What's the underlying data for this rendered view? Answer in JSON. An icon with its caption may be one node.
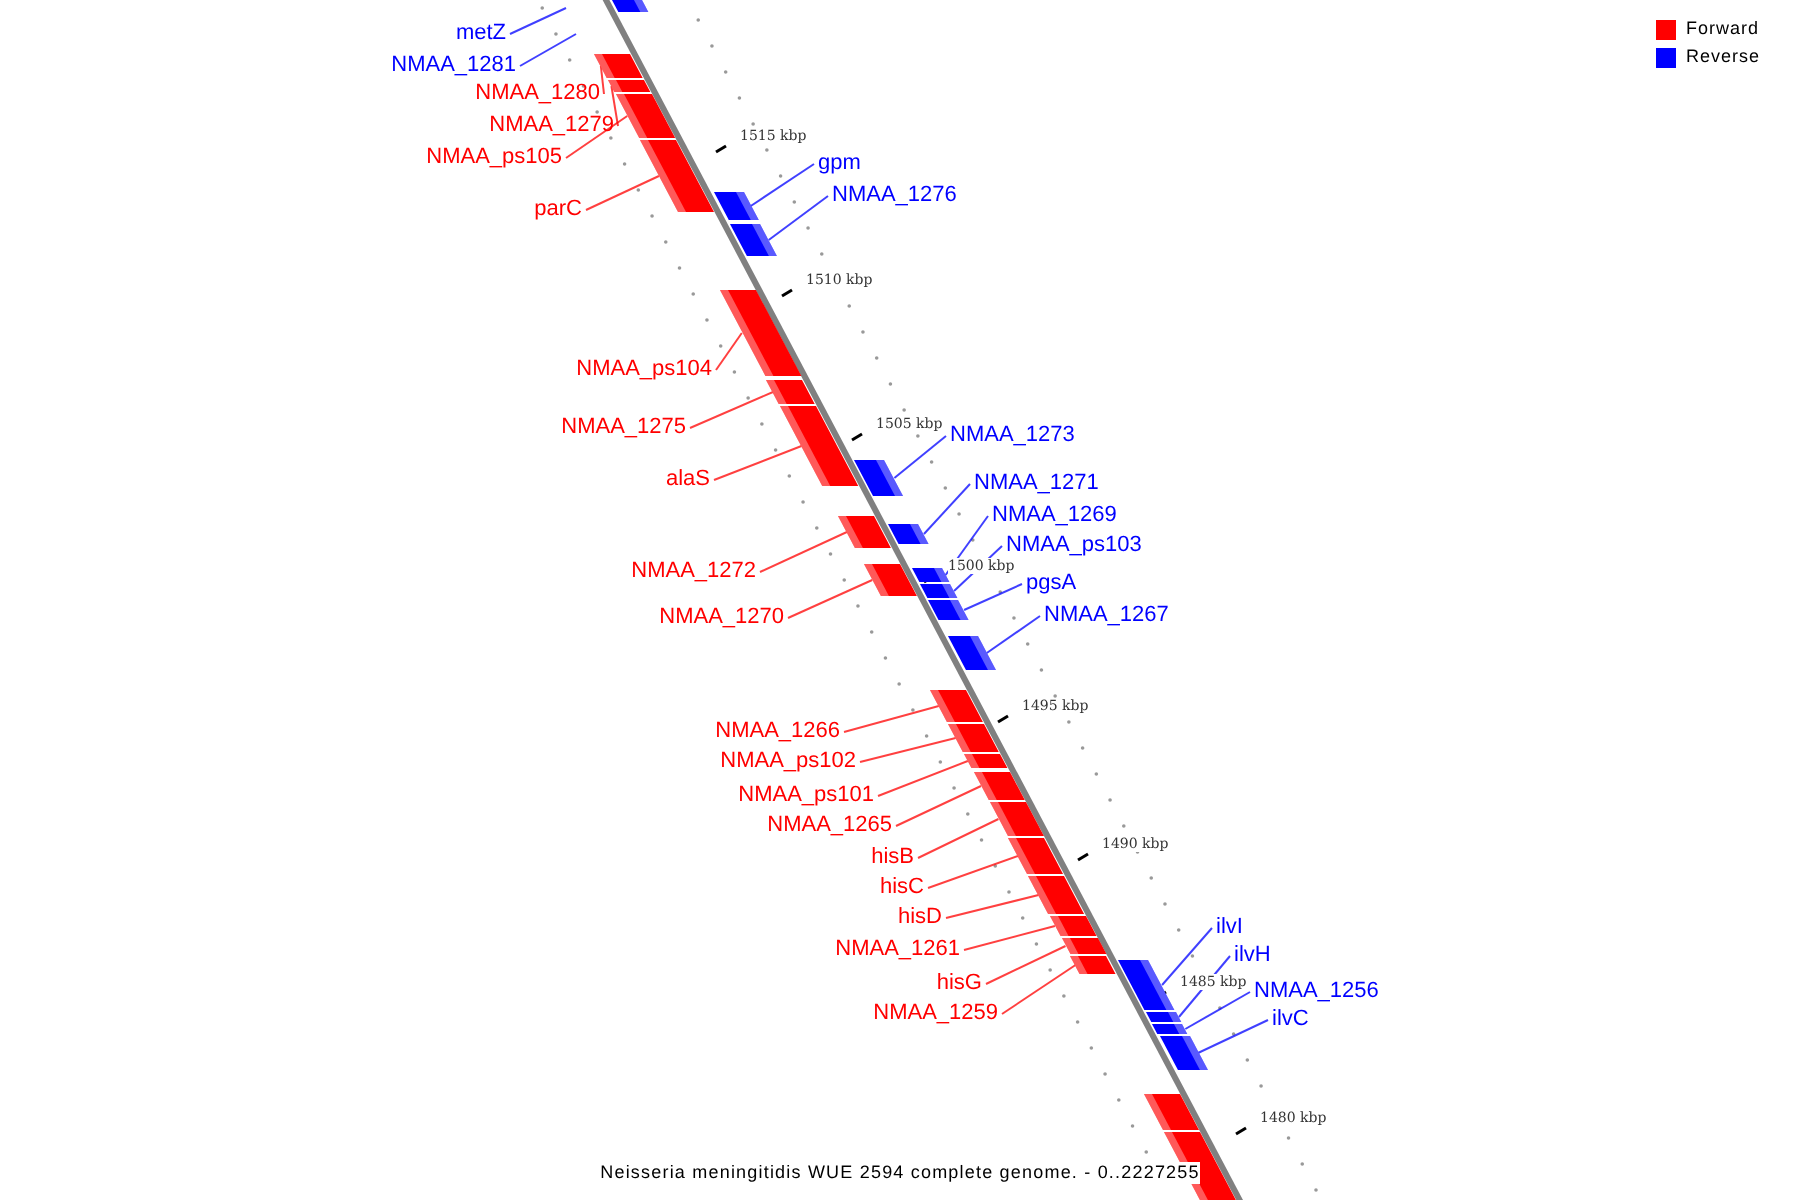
{
  "diagram": {
    "caption": "Neisseria meningitidis WUE 2594 complete genome. - 0..2227255",
    "nodes": [
      {
        "text": [
          "metZ"
        ]
      },
      {
        "text": [
          "NMAA_1281"
        ]
      },
      {
        "text": [
          "NMAA_1280"
        ]
      },
      {
        "text": [
          "NMAA_1279"
        ]
      },
      {
        "text": [
          "NMAA_ps105"
        ]
      },
      {
        "text": [
          "parC"
        ]
      },
      {
        "text": [
          "gpm"
        ]
      },
      {
        "text": [
          "NMAA_1276"
        ]
      },
      {
        "text": [
          "NMAA_ps104"
        ]
      },
      {
        "text": [
          "NMAA_1275"
        ]
      },
      {
        "text": [
          "alaS"
        ]
      },
      {
        "text": [
          "NMAA_1273"
        ]
      },
      {
        "text": [
          "NMAA_1271"
        ]
      },
      {
        "text": [
          "NMAA_1269"
        ]
      },
      {
        "text": [
          "NMAA_ps103"
        ]
      },
      {
        "text": [
          "NMAA_1272"
        ]
      },
      {
        "text": [
          "pgsA"
        ]
      },
      {
        "text": [
          "NMAA_1267"
        ]
      },
      {
        "text": [
          "NMAA_1270"
        ]
      },
      {
        "text": [
          "NMAA_1266"
        ]
      },
      {
        "text": [
          "NMAA_ps102"
        ]
      },
      {
        "text": [
          "NMAA_ps101"
        ]
      },
      {
        "text": [
          "NMAA_1265"
        ]
      },
      {
        "text": [
          "hisB"
        ]
      },
      {
        "text": [
          "hisC"
        ]
      },
      {
        "text": [
          "hisD"
        ]
      },
      {
        "text": [
          "ilvI"
        ]
      },
      {
        "text": [
          "NMAA_1261"
        ]
      },
      {
        "text": [
          "ilvH"
        ]
      },
      {
        "text": [
          "hisG"
        ]
      },
      {
        "text": [
          "NMAA_1256"
        ]
      },
      {
        "text": [
          "NMAA_1259"
        ]
      },
      {
        "text": [
          "ilvC"
        ]
      },
      {
        "text": [],
        "shape": "box"
      },
      {
        "text": [],
        "shape": "box"
      },
      {
        "text": [],
        "shape": "box"
      },
      {
        "text": [],
        "shape": "box"
      },
      {
        "text": [],
        "shape": "box"
      },
      {
        "text": [],
        "shape": "box"
      },
      {
        "text": [],
        "shape": "box"
      },
      {
        "text": [],
        "shape": "box"
      },
      {
        "text": [],
        "shape": "box"
      },
      {
        "text": [],
        "shape": "box"
      },
      {
        "text": [],
        "shape": "box"
      },
      {
        "text": [],
        "shape": "box"
      },
      {
        "text": [],
        "shape": "box"
      },
      {
        "text": [],
        "shape": "box"
      },
      {
        "text": [],
        "shape": "box"
      },
      {
        "text": [],
        "shape": "box"
      },
      {
        "text": [],
        "shape": "box"
      },
      {
        "text": [],
        "shape": "box"
      },
      {
        "text": [],
        "shape": "box"
      },
      {
        "text": [],
        "shape": "box"
      },
      {
        "text": [],
        "shape": "box"
      },
      {
        "text": [],
        "shape": "box"
      },
      {
        "text": [],
        "shape": "box"
      },
      {
        "text": [],
        "shape": "box"
      },
      {
        "text": [],
        "shape": "box"
      },
      {
        "text": [],
        "shape": "box"
      },
      {
        "text": [],
        "shape": "box"
      },
      {
        "text": [],
        "shape": "box"
      },
      {
        "text": [],
        "shape": "box"
      },
      {
        "text": [],
        "shape": "box"
      },
      {
        "text": [],
        "shape": "box"
      },
      {
        "text": [],
        "shape": "box"
      },
      {
        "text": [],
        "shape": "box"
      },
      {
        "text": [],
        "shape": "box"
      }
    ],
    "edges": [
      {
        "from": 0,
        "to": null,
        "arrow": "none",
        "color": "#0000ff"
      },
      {
        "from": 1,
        "to": null,
        "arrow": "none",
        "color": "#0000ff"
      },
      {
        "from": 2,
        "to": 34,
        "arrow": "none",
        "color": "#ff0000"
      },
      {
        "from": 3,
        "to": 35,
        "arrow": "none",
        "color": "#ff0000"
      },
      {
        "from": 4,
        "to": 36,
        "arrow": "none",
        "color": "#ff0000"
      },
      {
        "from": 5,
        "to": 37,
        "arrow": "none",
        "color": "#ff0000"
      },
      {
        "from": 6,
        "to": 38,
        "arrow": "none",
        "color": "#0000ff"
      },
      {
        "from": 7,
        "to": 39,
        "arrow": "none",
        "color": "#0000ff"
      },
      {
        "from": 8,
        "to": 40,
        "arrow": "none",
        "color": "#ff0000"
      },
      {
        "from": 9,
        "to": 41,
        "arrow": "none",
        "color": "#ff0000"
      },
      {
        "from": 10,
        "to": 42,
        "arrow": "none",
        "color": "#ff0000"
      },
      {
        "from": 11,
        "to": 43,
        "arrow": "none",
        "color": "#0000ff"
      },
      {
        "from": 12,
        "to": 45,
        "arrow": "none",
        "color": "#0000ff"
      },
      {
        "from": 13,
        "to": 47,
        "arrow": "none",
        "color": "#0000ff"
      },
      {
        "from": 14,
        "to": 48,
        "arrow": "none",
        "color": "#0000ff"
      },
      {
        "from": 15,
        "to": 44,
        "arrow": "none",
        "color": "#ff0000"
      },
      {
        "from": 16,
        "to": 49,
        "arrow": "none",
        "color": "#0000ff"
      },
      {
        "from": 17,
        "to": 50,
        "arrow": "none",
        "color": "#0000ff"
      },
      {
        "from": 18,
        "to": 46,
        "arrow": "none",
        "color": "#ff0000"
      },
      {
        "from": 19,
        "to": 51,
        "arrow": "none",
        "color": "#ff0000"
      },
      {
        "from": 20,
        "to": 52,
        "arrow": "none",
        "color": "#ff0000"
      },
      {
        "from": 21,
        "to": 53,
        "arrow": "none",
        "color": "#ff0000"
      },
      {
        "from": 22,
        "to": 54,
        "arrow": "none",
        "color": "#ff0000"
      },
      {
        "from": 23,
        "to": 55,
        "arrow": "none",
        "color": "#ff0000"
      },
      {
        "from": 24,
        "to": 56,
        "arrow": "none",
        "color": "#ff0000"
      },
      {
        "from": 25,
        "to": 57,
        "arrow": "none",
        "color": "#ff0000"
      },
      {
        "from": 26,
        "to": 61,
        "arrow": "none",
        "color": "#0000ff"
      },
      {
        "from": 27,
        "to": 58,
        "arrow": "none",
        "color": "#ff0000"
      },
      {
        "from": 28,
        "to": 62,
        "arrow": "none",
        "color": "#0000ff"
      },
      {
        "from": 29,
        "to": 59,
        "arrow": "none",
        "color": "#ff0000"
      },
      {
        "from": 30,
        "to": 63,
        "arrow": "none",
        "color": "#0000ff"
      },
      {
        "from": 31,
        "to": 60,
        "arrow": "none",
        "color": "#ff0000"
      },
      {
        "from": 32,
        "to": 64,
        "arrow": "none",
        "color": "#0000ff"
      }
    ],
    "labels": [
      "1515 kbp",
      "1510 kbp",
      "1505 kbp",
      "1500 kbp",
      "1495 kbp",
      "1490 kbp",
      "1485 kbp",
      "1480 kbp"
    ],
    "legend": [
      {
        "text": "Forward",
        "color": "#ff0000"
      },
      {
        "text": "Reverse",
        "color": "#0000ff"
      }
    ]
  }
}
